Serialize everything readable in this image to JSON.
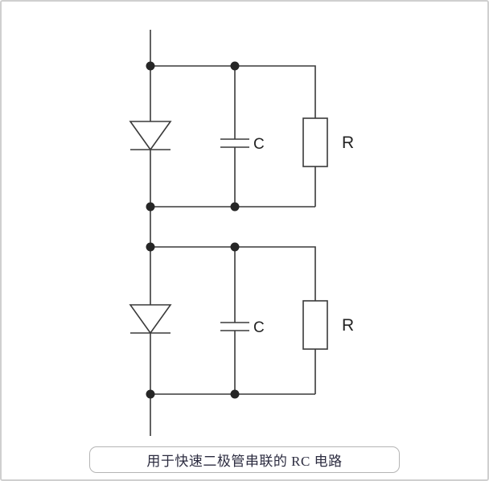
{
  "figure": {
    "caption": "用于快速二极管串联的 RC 电路"
  },
  "circuits": [
    {
      "name": "upper-rc-snubber",
      "capacitor_label": "C",
      "resistor_label": "R"
    },
    {
      "name": "lower-rc-snubber",
      "capacitor_label": "C",
      "resistor_label": "R"
    }
  ],
  "colors": {
    "wire": "#3a3a3a",
    "junction_dot": "#262626",
    "component_label": "#232323",
    "caption_text": "#2c2c40",
    "frame_border": "#cfcfcf",
    "caption_border": "#b5b5b5"
  }
}
